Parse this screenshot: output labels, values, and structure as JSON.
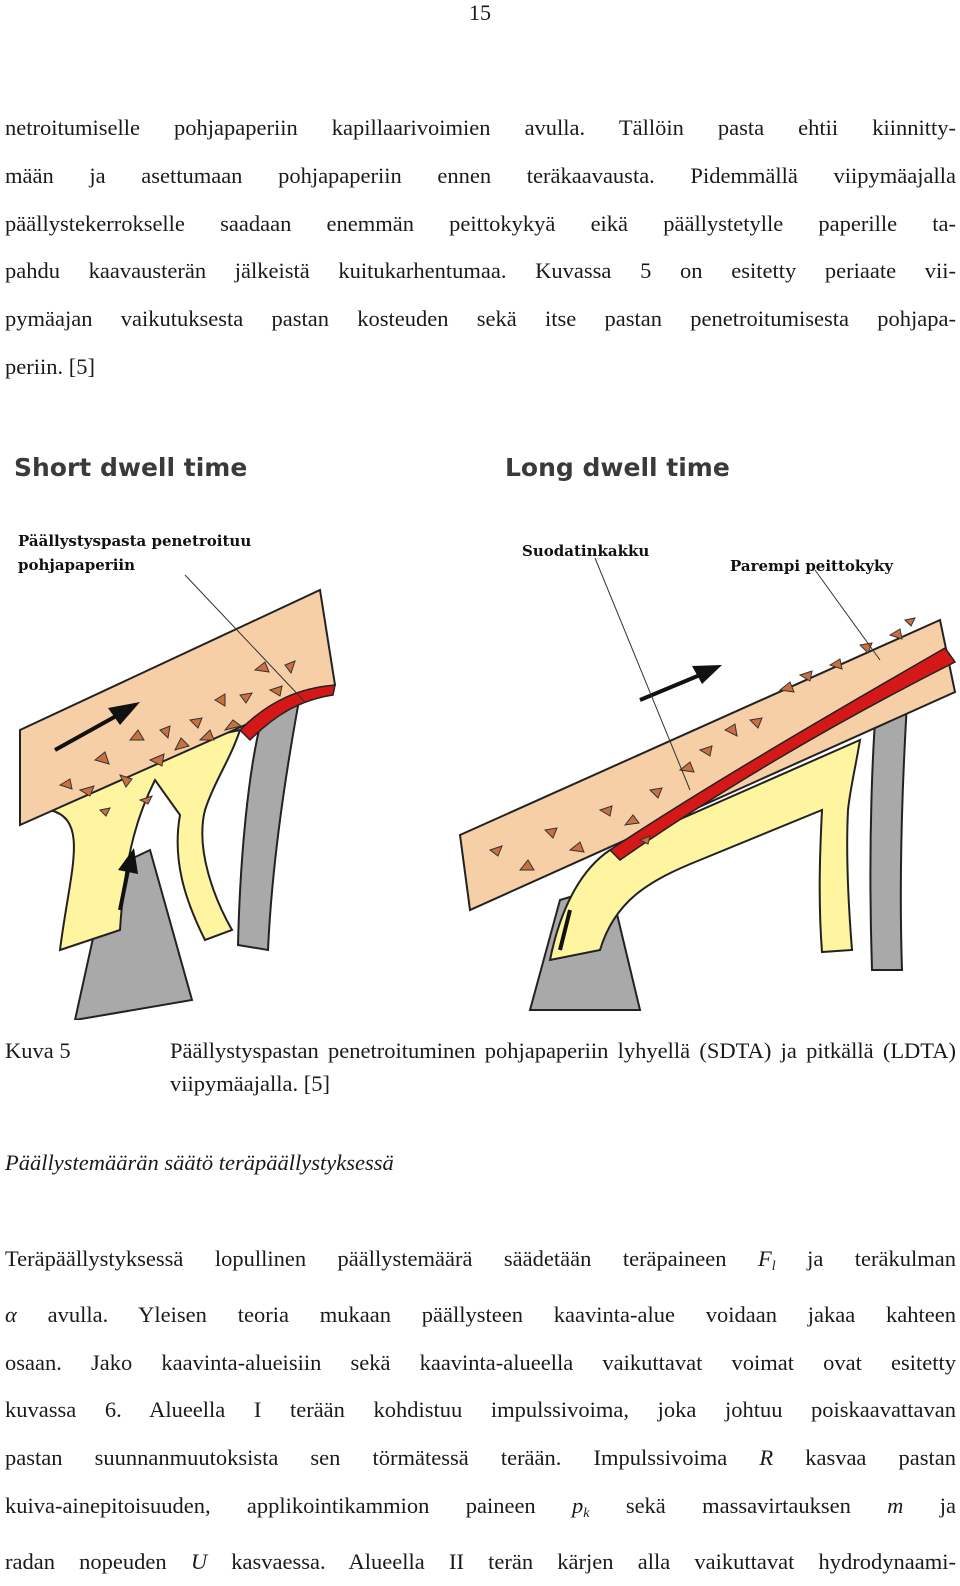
{
  "page_number": "15",
  "paragraph1": {
    "lines": [
      "netroitumiselle pohjapaperiin kapillaarivoimien avulla. Tällöin pasta ehtii kiinnitty-",
      "mään ja asettumaan pohjapaperiin ennen teräkaavausta. Pidemmällä viipymäajalla",
      "päällystekerrokselle saadaan enemmän peittokykyä eikä päällystetylle paperille ta-",
      "pahdu kaavausterän jälkeistä kuitukarhentumaa. Kuvassa 5 on esitetty periaate vii-",
      "pymäajan vaikutuksesta pastan kosteuden sekä itse pastan penetroitumisesta pohjapa-",
      "periin. [5]"
    ]
  },
  "figure": {
    "left_title": "Short dwell time",
    "right_title": "Long dwell time",
    "left_label_line1": "Päällystyspasta penetroituu",
    "left_label_line2": "pohjapaperiin",
    "mid_label": "Suodatinkakku",
    "right_label": "Parempi peittokyky"
  },
  "caption": {
    "label": "Kuva 5",
    "text": "Päällystyspastan penetroituminen pohjapaperiin lyhyellä (SDTA) ja pitkällä (LDTA) viipymäajalla. [5]"
  },
  "heading": "Päällystemäärän säätö teräpäällystyksessä",
  "paragraph2": {
    "l1_a": "Teräpäällystyksessä lopullinen päällystemäärä säädetään teräpaineen ",
    "l1_var": "F",
    "l1_sub": "l",
    "l1_b": " ja teräkulman",
    "l2_var": "α",
    "l2_b": " avulla. Yleisen teoria mukaan päällysteen kaavinta-alue voidaan jakaa kahteen",
    "l3": "osaan. Jako kaavinta-alueisiin sekä kaavinta-alueella vaikuttavat voimat ovat esitetty",
    "l4": "kuvassa 6. Alueella I terään kohdistuu impulssivoima, joka johtuu poiskaavattavan",
    "l5_a": "pastan suunnanmuutoksista sen törmätessä terään. Impulssivoima ",
    "l5_var": "R",
    "l5_b": " kasvaa pastan",
    "l6_a": "kuiva-ainepitoisuuden, applikointikammion paineen ",
    "l6_var": "p",
    "l6_sub": "k",
    "l6_b": " sekä massavirtauksen ",
    "l6_var2": "m",
    "l6_c": " ja",
    "l7_a": "radan nopeuden ",
    "l7_var": "U",
    "l7_b": " kasvaessa. Alueella II terän kärjen alla vaikuttavat hydrodynaami-"
  }
}
